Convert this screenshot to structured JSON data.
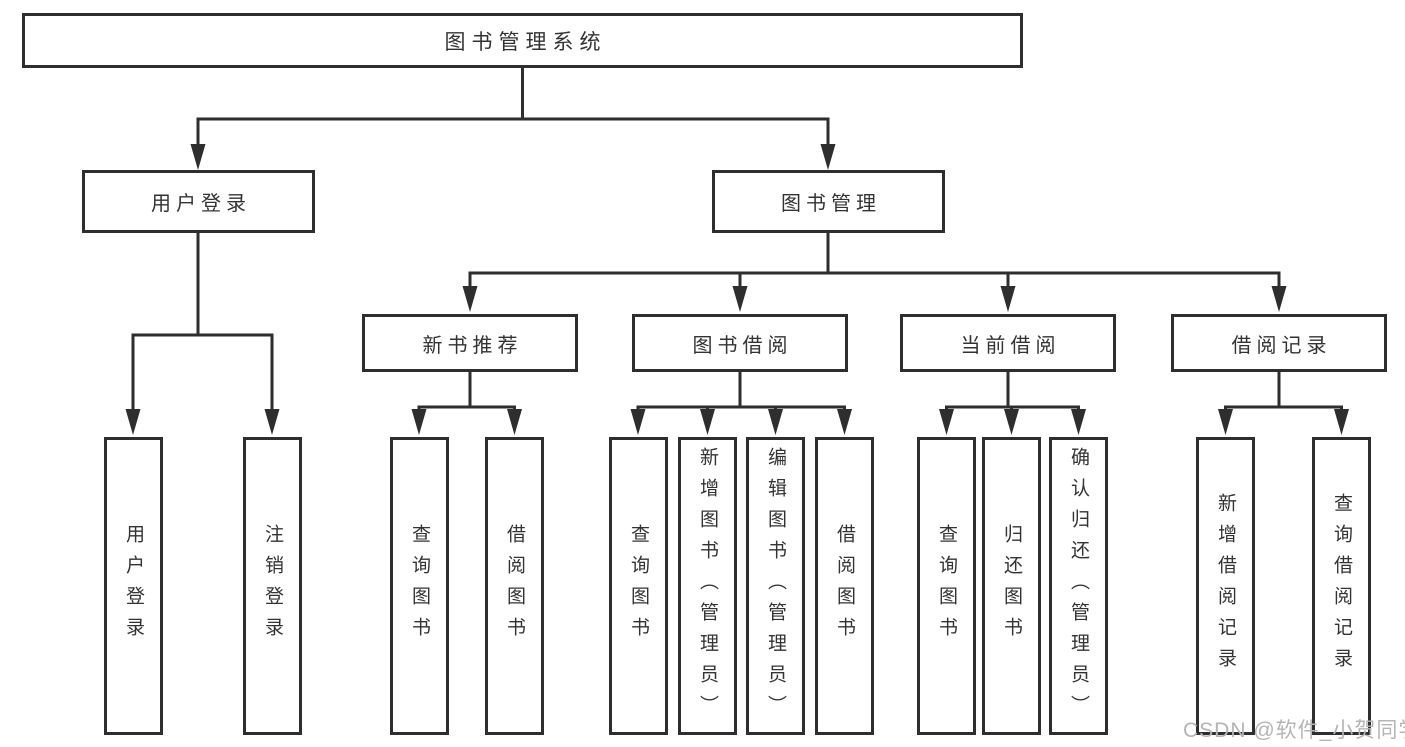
{
  "diagram": {
    "type": "hierarchy-tree",
    "colors": {
      "background": "#ffffff",
      "line": "#2e2e2e",
      "box_border": "#2e2e2e",
      "text": "#333333",
      "watermark_text": "#b5b5b5"
    },
    "nodes": {
      "root": {
        "label": "图书管理系统"
      },
      "level2": [
        {
          "id": "user-login",
          "label": "用户登录"
        },
        {
          "id": "book-management",
          "label": "图书管理"
        }
      ],
      "level3": [
        {
          "id": "new-book-recommend",
          "label": "新书推荐"
        },
        {
          "id": "book-borrowing",
          "label": "图书借阅"
        },
        {
          "id": "current-borrowing",
          "label": "当前借阅"
        },
        {
          "id": "borrowing-records",
          "label": "借阅记录"
        }
      ],
      "leaves": [
        {
          "id": "user-login-leaf",
          "parent": "用户登录",
          "label": "用户登录"
        },
        {
          "id": "logout",
          "parent": "用户登录",
          "label": "注销登录"
        },
        {
          "id": "query-books-1",
          "parent": "新书推荐",
          "label": "查询图书"
        },
        {
          "id": "borrow-books-1",
          "parent": "新书推荐",
          "label": "借阅图书"
        },
        {
          "id": "query-books-2",
          "parent": "图书借阅",
          "label": "查询图书"
        },
        {
          "id": "add-book-admin",
          "parent": "图书借阅",
          "label": "新增图书（管理员）"
        },
        {
          "id": "edit-book-admin",
          "parent": "图书借阅",
          "label": "编辑图书（管理员）"
        },
        {
          "id": "borrow-books-2",
          "parent": "图书借阅",
          "label": "借阅图书"
        },
        {
          "id": "query-books-3",
          "parent": "当前借阅",
          "label": "查询图书"
        },
        {
          "id": "return-book",
          "parent": "当前借阅",
          "label": "归还图书"
        },
        {
          "id": "confirm-return-admin",
          "parent": "当前借阅",
          "label": "确认归还（管理员）"
        },
        {
          "id": "add-borrow-record",
          "parent": "借阅记录",
          "label": "新增借阅记录"
        },
        {
          "id": "query-borrow-record",
          "parent": "借阅记录",
          "label": "查询借阅记录"
        }
      ]
    },
    "watermark": {
      "text": "CSDN @软件_小贺同学"
    }
  }
}
